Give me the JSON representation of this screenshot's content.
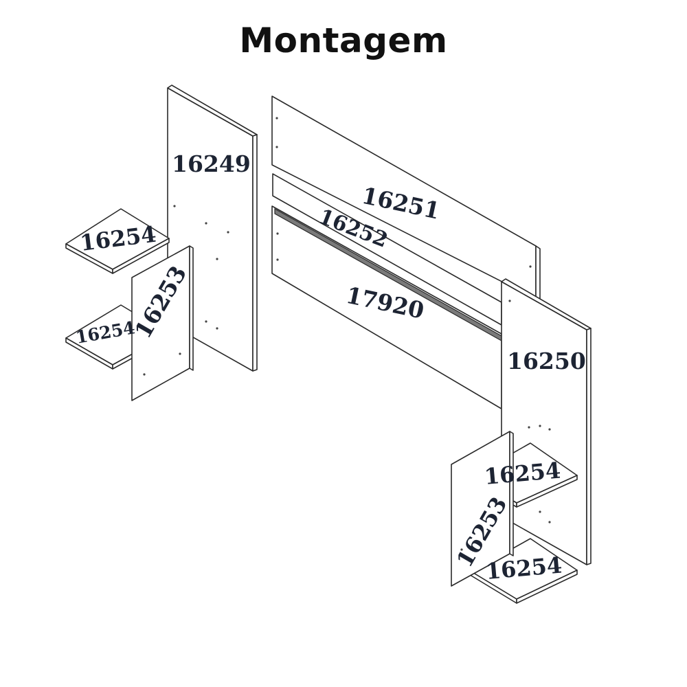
{
  "title": "Montagem",
  "parts": {
    "side_left": "16249",
    "side_right": "16250",
    "top_panel": "16251",
    "rail": "16252",
    "back_panel": "17920",
    "door_left": "16253",
    "door_right": "16253",
    "shelf_left_top": "16254",
    "shelf_left_bottom": "16254",
    "shelf_right_top": "16254",
    "shelf_right_bottom": "16254"
  }
}
